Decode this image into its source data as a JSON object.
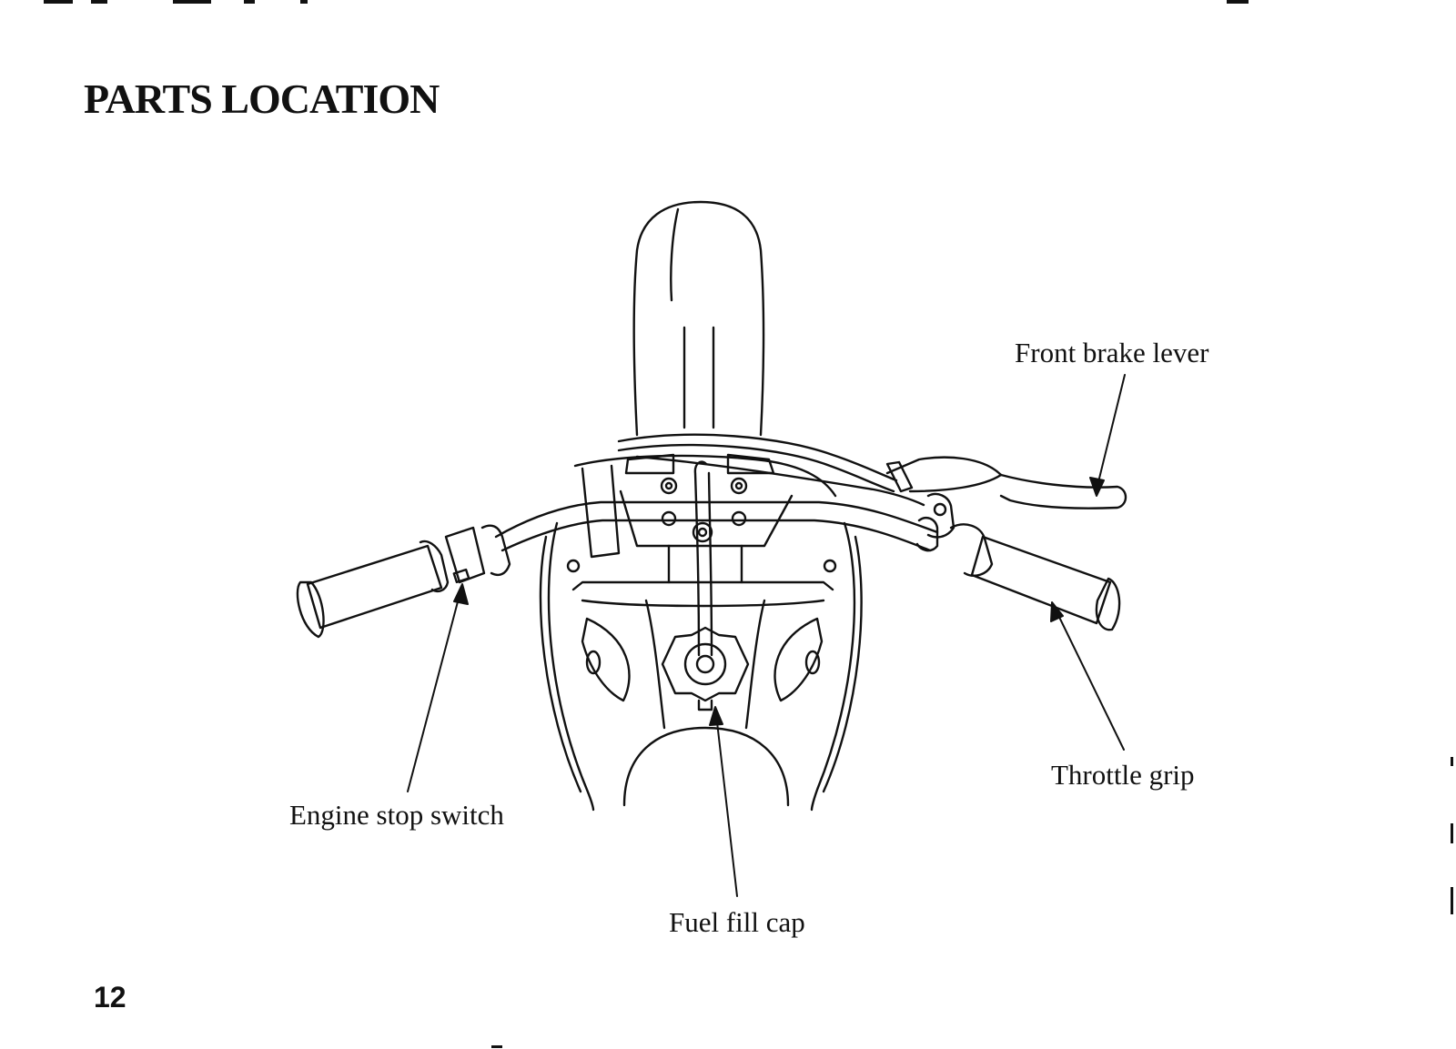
{
  "page": {
    "title": "PARTS LOCATION",
    "page_number": "12"
  },
  "callouts": {
    "front_brake_lever": "Front brake lever",
    "throttle_grip": "Throttle grip",
    "engine_stop_switch": "Engine stop switch",
    "fuel_fill_cap": "Fuel fill cap"
  },
  "colors": {
    "ink": "#111111",
    "paper": "#ffffff"
  }
}
